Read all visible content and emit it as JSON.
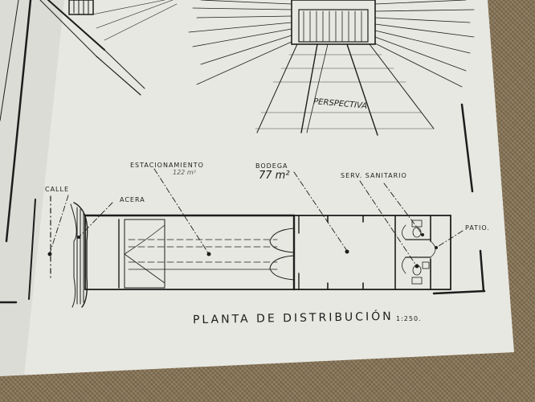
{
  "labels": {
    "perspectiva": "PERSPECTIVA",
    "estacionamiento": "ESTACIONAMIENTO",
    "estacionamiento_area": "122 m²",
    "bodega": "BODEGA",
    "bodega_area": "77 m²",
    "serv_sanitario": "SERV. SANITARIO",
    "calle": "CALLE",
    "acera": "ACERA",
    "patio": "PATIO.",
    "plan_title": "PLANTA DE DISTRIBUCIÓN",
    "scale": "1:250."
  },
  "colors": {
    "paper": "#e9e9e3",
    "ink": "#1d1d1d",
    "fabric": "#8a7758"
  }
}
